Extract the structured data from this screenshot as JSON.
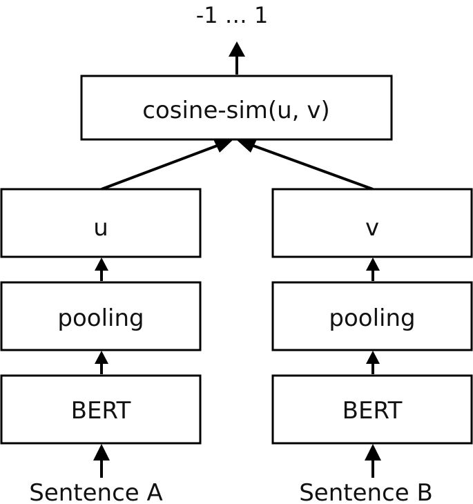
{
  "output_range": "-1 … 1",
  "similarity": "cosine-sim(u, v)",
  "left_branch": {
    "embedding": "u",
    "pooling": "pooling",
    "encoder": "BERT",
    "input": "Sentence A"
  },
  "right_branch": {
    "embedding": "v",
    "pooling": "pooling",
    "encoder": "BERT",
    "input": "Sentence B"
  },
  "colors": {
    "stroke": "#000000",
    "fill": "#ffffff",
    "text": "#111111"
  }
}
